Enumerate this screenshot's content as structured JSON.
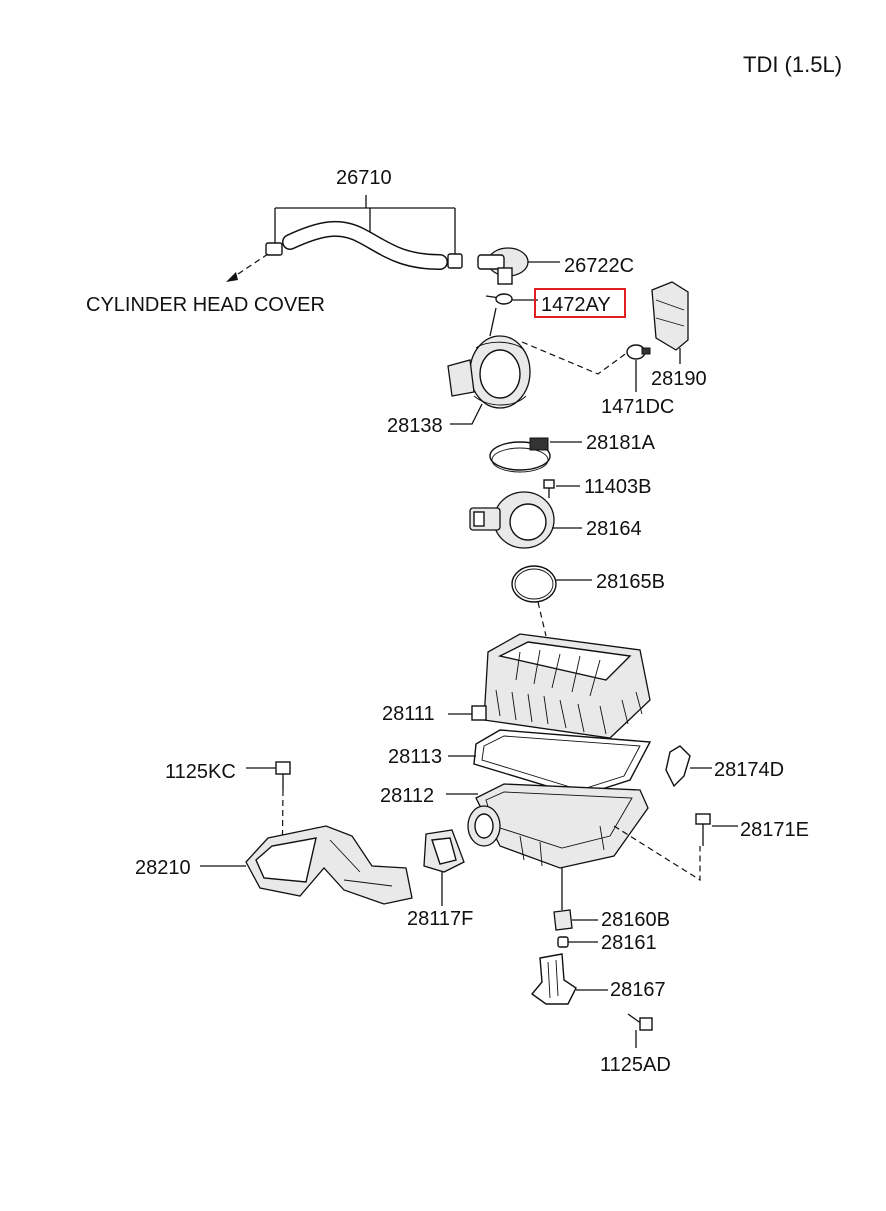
{
  "title": "TDI (1.5L)",
  "highlight_color": "#e02020",
  "callouts": {
    "p26710": "26710",
    "p26722c": "26722C",
    "cyl_head_cover": "CYLINDER HEAD COVER",
    "p1472ay": "1472AY",
    "p28190": "28190",
    "p1471dc": "1471DC",
    "p28138": "28138",
    "p28181a": "28181A",
    "p11403b": "11403B",
    "p28164": "28164",
    "p28165b": "28165B",
    "p28111": "28111",
    "p28113": "28113",
    "p28174d": "28174D",
    "p1125kc": "1125KC",
    "p28112": "28112",
    "p28171e": "28171E",
    "p28210": "28210",
    "p28117f": "28117F",
    "p28160b": "28160B",
    "p28161": "28161",
    "p28167": "28167",
    "p1125ad": "1125AD"
  }
}
